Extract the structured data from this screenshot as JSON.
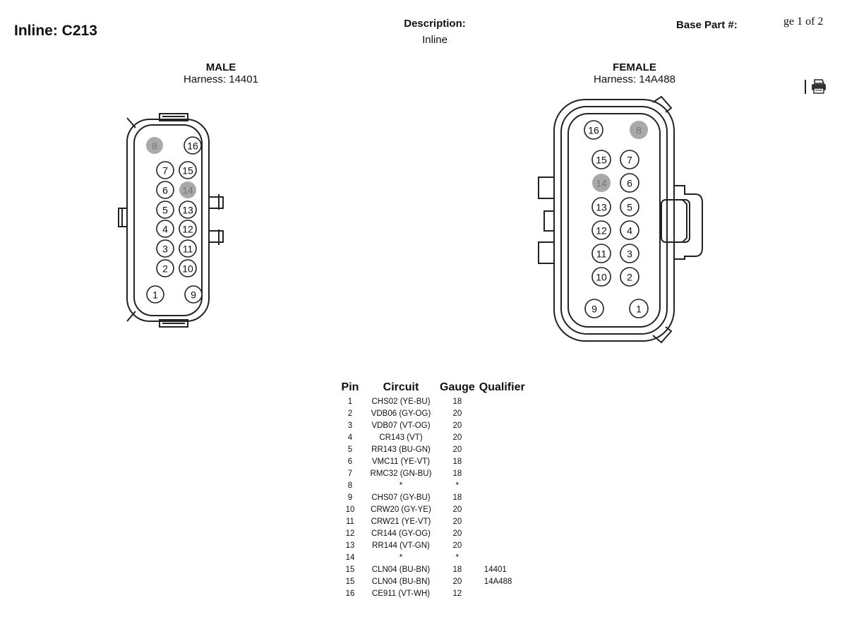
{
  "header": {
    "title": "Inline: C213",
    "description_label": "Description:",
    "description_value": "Inline",
    "base_part_label": "Base Part #:",
    "page_indicator": "ge 1 of 2"
  },
  "icons": {
    "print": "printer-icon"
  },
  "male": {
    "title": "MALE",
    "harness": "Harness: 14401",
    "pins": [
      {
        "n": "8",
        "empty": true
      },
      {
        "n": "16",
        "empty": false
      },
      {
        "n": "7",
        "empty": false
      },
      {
        "n": "15",
        "empty": false
      },
      {
        "n": "6",
        "empty": false
      },
      {
        "n": "14",
        "empty": true
      },
      {
        "n": "5",
        "empty": false
      },
      {
        "n": "13",
        "empty": false
      },
      {
        "n": "4",
        "empty": false
      },
      {
        "n": "12",
        "empty": false
      },
      {
        "n": "3",
        "empty": false
      },
      {
        "n": "11",
        "empty": false
      },
      {
        "n": "2",
        "empty": false
      },
      {
        "n": "10",
        "empty": false
      },
      {
        "n": "1",
        "empty": false
      },
      {
        "n": "9",
        "empty": false
      }
    ]
  },
  "female": {
    "title": "FEMALE",
    "harness": "Harness: 14A488",
    "pins": [
      {
        "n": "16",
        "empty": false
      },
      {
        "n": "8",
        "empty": true
      },
      {
        "n": "15",
        "empty": false
      },
      {
        "n": "7",
        "empty": false
      },
      {
        "n": "14",
        "empty": true
      },
      {
        "n": "6",
        "empty": false
      },
      {
        "n": "13",
        "empty": false
      },
      {
        "n": "5",
        "empty": false
      },
      {
        "n": "12",
        "empty": false
      },
      {
        "n": "4",
        "empty": false
      },
      {
        "n": "11",
        "empty": false
      },
      {
        "n": "3",
        "empty": false
      },
      {
        "n": "10",
        "empty": false
      },
      {
        "n": "2",
        "empty": false
      },
      {
        "n": "9",
        "empty": false
      },
      {
        "n": "1",
        "empty": false
      }
    ]
  },
  "table": {
    "headers": [
      "Pin",
      "Circuit",
      "Gauge",
      "Qualifier"
    ],
    "rows": [
      {
        "pin": "1",
        "circuit": "CHS02 (YE-BU)",
        "gauge": "18",
        "qualifier": ""
      },
      {
        "pin": "2",
        "circuit": "VDB06 (GY-OG)",
        "gauge": "20",
        "qualifier": ""
      },
      {
        "pin": "3",
        "circuit": "VDB07 (VT-OG)",
        "gauge": "20",
        "qualifier": ""
      },
      {
        "pin": "4",
        "circuit": "CR143 (VT)",
        "gauge": "20",
        "qualifier": ""
      },
      {
        "pin": "5",
        "circuit": "RR143 (BU-GN)",
        "gauge": "20",
        "qualifier": ""
      },
      {
        "pin": "6",
        "circuit": "VMC11 (YE-VT)",
        "gauge": "18",
        "qualifier": ""
      },
      {
        "pin": "7",
        "circuit": "RMC32 (GN-BU)",
        "gauge": "18",
        "qualifier": ""
      },
      {
        "pin": "8",
        "circuit": "*",
        "gauge": "*",
        "qualifier": ""
      },
      {
        "pin": "9",
        "circuit": "CHS07 (GY-BU)",
        "gauge": "18",
        "qualifier": ""
      },
      {
        "pin": "10",
        "circuit": "CRW20 (GY-YE)",
        "gauge": "20",
        "qualifier": ""
      },
      {
        "pin": "11",
        "circuit": "CRW21 (YE-VT)",
        "gauge": "20",
        "qualifier": ""
      },
      {
        "pin": "12",
        "circuit": "CR144 (GY-OG)",
        "gauge": "20",
        "qualifier": ""
      },
      {
        "pin": "13",
        "circuit": "RR144 (VT-GN)",
        "gauge": "20",
        "qualifier": ""
      },
      {
        "pin": "14",
        "circuit": "*",
        "gauge": "*",
        "qualifier": ""
      },
      {
        "pin": "15",
        "circuit": "CLN04 (BU-BN)",
        "gauge": "18",
        "qualifier": "14401"
      },
      {
        "pin": "15",
        "circuit": "CLN04 (BU-BN)",
        "gauge": "20",
        "qualifier": "14A488"
      },
      {
        "pin": "16",
        "circuit": "CE911 (VT-WH)",
        "gauge": "12",
        "qualifier": ""
      }
    ]
  }
}
